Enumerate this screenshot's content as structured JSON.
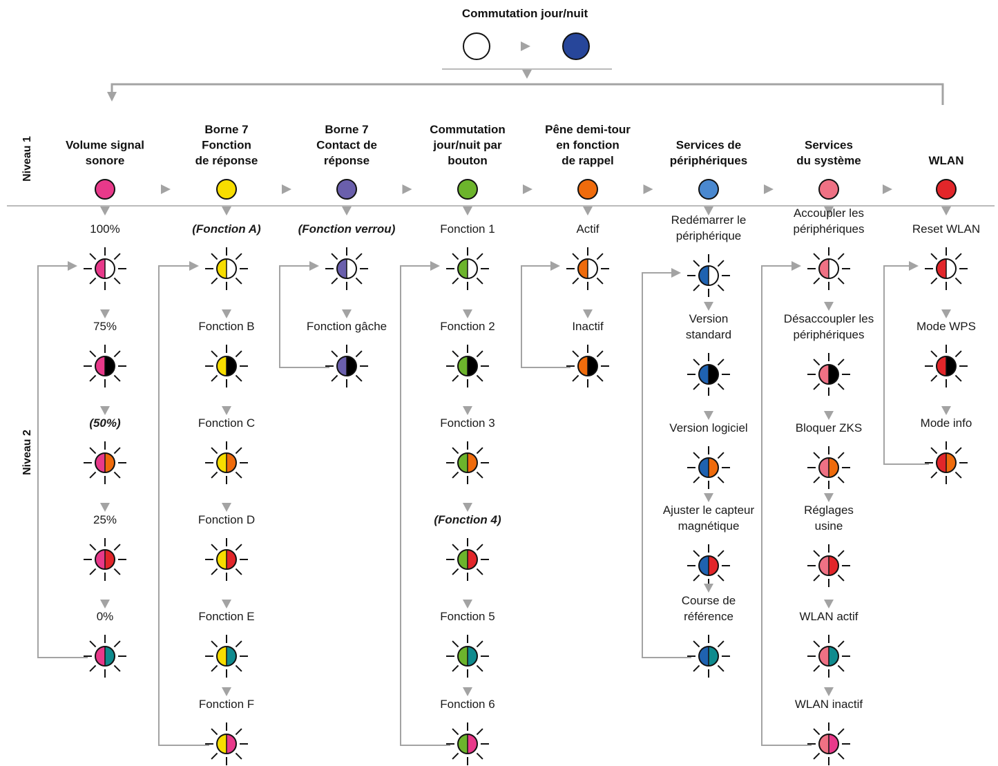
{
  "top": {
    "title": "Commutation jour/nuit",
    "from_color": "#ffffff",
    "to_color": "#27469a"
  },
  "levels": {
    "level1": "Niveau 1",
    "level2": "Niveau 2"
  },
  "colors": {
    "pink": "#e8398a",
    "yellow": "#f7dd00",
    "purple": "#6a5fac",
    "green": "#6cb42c",
    "orange": "#ef6b0c",
    "blue": "#1f62b0",
    "light_blue": "#4a88cf",
    "salmon": "#ef7184",
    "red": "#e2262a",
    "teal": "#0f8b8e",
    "black": "#000000",
    "white": "#ffffff"
  },
  "columns": [
    {
      "title": [
        "Volume signal",
        "sonore"
      ],
      "color": "#e8398a",
      "items": [
        {
          "label": [
            "100%"
          ],
          "emphasis": false,
          "second": "#ffffff"
        },
        {
          "label": [
            "75%"
          ],
          "emphasis": false,
          "second": "#000000"
        },
        {
          "label": [
            "(50%)"
          ],
          "emphasis": true,
          "second": "#ef6b0c"
        },
        {
          "label": [
            "25%"
          ],
          "emphasis": false,
          "second": "#e2262a"
        },
        {
          "label": [
            "0%"
          ],
          "emphasis": false,
          "second": "#0f8b8e"
        }
      ]
    },
    {
      "title": [
        "Borne 7",
        "Fonction",
        "de réponse"
      ],
      "color": "#f7dd00",
      "items": [
        {
          "label": [
            "(Fonction A)"
          ],
          "emphasis": true,
          "second": "#ffffff"
        },
        {
          "label": [
            "Fonction B"
          ],
          "emphasis": false,
          "second": "#000000"
        },
        {
          "label": [
            "Fonction C"
          ],
          "emphasis": false,
          "second": "#ef6b0c"
        },
        {
          "label": [
            "Fonction D"
          ],
          "emphasis": false,
          "second": "#e2262a"
        },
        {
          "label": [
            "Fonction E"
          ],
          "emphasis": false,
          "second": "#0f8b8e"
        },
        {
          "label": [
            "Fonction F"
          ],
          "emphasis": false,
          "second": "#e8398a"
        }
      ]
    },
    {
      "title": [
        "Borne 7",
        "Contact de",
        "réponse"
      ],
      "color": "#6a5fac",
      "items": [
        {
          "label": [
            "(Fonction verrou)"
          ],
          "emphasis": true,
          "second": "#ffffff"
        },
        {
          "label": [
            "Fonction gâche"
          ],
          "emphasis": false,
          "second": "#000000"
        }
      ]
    },
    {
      "title": [
        "Commutation",
        "jour/nuit par",
        "bouton"
      ],
      "color": "#6cb42c",
      "items": [
        {
          "label": [
            "Fonction 1"
          ],
          "emphasis": false,
          "second": "#ffffff"
        },
        {
          "label": [
            "Fonction 2"
          ],
          "emphasis": false,
          "second": "#000000"
        },
        {
          "label": [
            "Fonction 3"
          ],
          "emphasis": false,
          "second": "#ef6b0c"
        },
        {
          "label": [
            "(Fonction 4)"
          ],
          "emphasis": true,
          "second": "#e2262a"
        },
        {
          "label": [
            "Fonction 5"
          ],
          "emphasis": false,
          "second": "#0f8b8e"
        },
        {
          "label": [
            "Fonction 6"
          ],
          "emphasis": false,
          "second": "#e8398a"
        }
      ]
    },
    {
      "title": [
        "Pêne demi-tour",
        "en fonction",
        "de rappel"
      ],
      "color": "#ef6b0c",
      "items": [
        {
          "label": [
            "Actif"
          ],
          "emphasis": false,
          "second": "#ffffff"
        },
        {
          "label": [
            "Inactif"
          ],
          "emphasis": false,
          "second": "#000000"
        }
      ]
    },
    {
      "title": [
        "Services de",
        "périphériques"
      ],
      "color": "#4a88cf",
      "first_half": "#1f62b0",
      "items": [
        {
          "label": [
            "Redémarrer le",
            "périphérique"
          ],
          "emphasis": false,
          "second": "#ffffff"
        },
        {
          "label": [
            "Version",
            "standard"
          ],
          "emphasis": false,
          "second": "#000000"
        },
        {
          "label": [
            "Version logiciel"
          ],
          "emphasis": false,
          "second": "#ef6b0c"
        },
        {
          "label": [
            "Ajuster le capteur",
            "magnétique"
          ],
          "emphasis": false,
          "second": "#e2262a"
        },
        {
          "label": [
            "Course de",
            "référence"
          ],
          "emphasis": false,
          "second": "#0f8b8e"
        }
      ]
    },
    {
      "title": [
        "Services",
        "du système"
      ],
      "color": "#ef7184",
      "items": [
        {
          "label": [
            "Accoupler les",
            "périphériques"
          ],
          "emphasis": false,
          "second": "#ffffff"
        },
        {
          "label": [
            "Désaccoupler les",
            "périphériques"
          ],
          "emphasis": false,
          "second": "#000000"
        },
        {
          "label": [
            "Bloquer ZKS"
          ],
          "emphasis": false,
          "second": "#ef6b0c"
        },
        {
          "label": [
            "Réglages",
            "usine"
          ],
          "emphasis": false,
          "second": "#e2262a"
        },
        {
          "label": [
            "WLAN actif"
          ],
          "emphasis": false,
          "second": "#0f8b8e"
        },
        {
          "label": [
            "WLAN inactif"
          ],
          "emphasis": false,
          "second": "#e8398a"
        }
      ]
    },
    {
      "title": [
        "WLAN"
      ],
      "color": "#e2262a",
      "items": [
        {
          "label": [
            "Reset WLAN"
          ],
          "emphasis": false,
          "second": "#ffffff"
        },
        {
          "label": [
            "Mode WPS"
          ],
          "emphasis": false,
          "second": "#000000"
        },
        {
          "label": [
            "Mode info"
          ],
          "emphasis": false,
          "second": "#ef6b0c"
        }
      ]
    }
  ]
}
